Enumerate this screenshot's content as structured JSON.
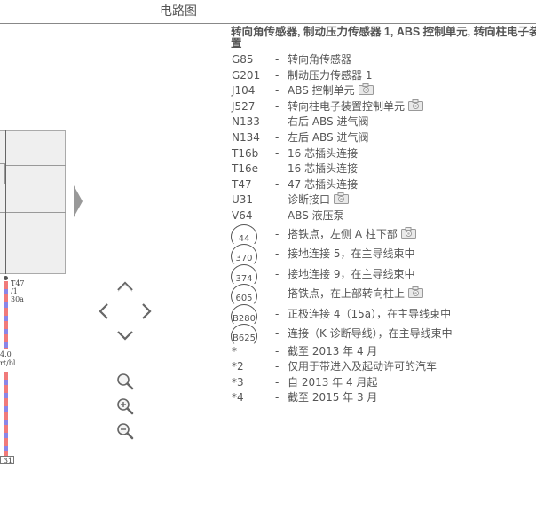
{
  "header": {
    "title": "电路图"
  },
  "diagram": {
    "wire_labels": [
      "T47",
      "/1",
      "30a",
      "4.0",
      "rt/bl"
    ],
    "terminal": "31"
  },
  "legend": {
    "title": "转向角传感器, 制动压力传感器 1, ABS 控制单元, 转向柱电子装置",
    "items": [
      {
        "code": "G85",
        "desc": "转向角传感器",
        "camera": false,
        "circle": false
      },
      {
        "code": "G201",
        "desc": "制动压力传感器 1",
        "camera": false,
        "circle": false
      },
      {
        "code": "J104",
        "desc": "ABS 控制单元",
        "camera": true,
        "circle": false
      },
      {
        "code": "J527",
        "desc": "转向柱电子装置控制单元",
        "camera": true,
        "circle": false
      },
      {
        "code": "N133",
        "desc": "右后 ABS 进气阀",
        "camera": false,
        "circle": false
      },
      {
        "code": "N134",
        "desc": "左后 ABS 进气阀",
        "camera": false,
        "circle": false
      },
      {
        "code": "T16b",
        "desc": "16 芯插头连接",
        "camera": false,
        "circle": false
      },
      {
        "code": "T16e",
        "desc": "16 芯插头连接",
        "camera": false,
        "circle": false
      },
      {
        "code": "T47",
        "desc": "47 芯插头连接",
        "camera": false,
        "circle": false
      },
      {
        "code": "U31",
        "desc": "诊断接口",
        "camera": true,
        "circle": false
      },
      {
        "code": "V64",
        "desc": "ABS 液压泵",
        "camera": false,
        "circle": false
      },
      {
        "code": "44",
        "desc": "搭铁点，左侧 A 柱下部",
        "camera": true,
        "circle": true
      },
      {
        "code": "370",
        "desc": "接地连接 5，在主导线束中",
        "camera": false,
        "circle": true
      },
      {
        "code": "374",
        "desc": "接地连接 9，在主导线束中",
        "camera": false,
        "circle": true
      },
      {
        "code": "605",
        "desc": "搭铁点，在上部转向柱上",
        "camera": true,
        "circle": true
      },
      {
        "code": "B280",
        "desc": "正极连接 4（15a），在主导线束中",
        "camera": false,
        "circle": true
      },
      {
        "code": "B625",
        "desc": "连接（K 诊断导线），在主导线束中",
        "camera": false,
        "circle": true
      },
      {
        "code": "*",
        "desc": "截至 2013 年 4 月",
        "camera": false,
        "circle": false
      },
      {
        "code": "*2",
        "desc": "仅用于带进入及起动许可的汽车",
        "camera": false,
        "circle": false
      },
      {
        "code": "*3",
        "desc": "自 2013 年 4 月起",
        "camera": false,
        "circle": false
      },
      {
        "code": "*4",
        "desc": "截至 2015 年 3 月",
        "camera": false,
        "circle": false
      }
    ],
    "dash": "-"
  },
  "colors": {
    "wire_red": "#f07a7a",
    "wire_violet": "#8a86e8",
    "text": "#555555"
  }
}
